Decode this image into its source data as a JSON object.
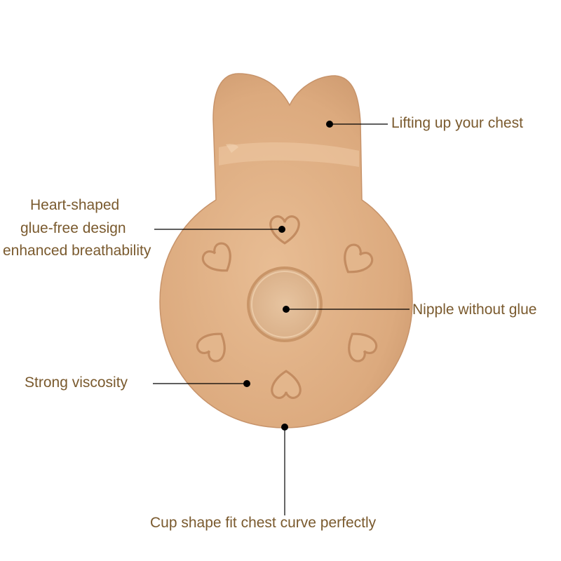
{
  "product": {
    "name": "rabbit-ear adhesive nipple cover",
    "colors": {
      "body": "#ddae82",
      "body_shadow": "#c99568",
      "highlight": "#eecaa5",
      "center": "#e3bd98",
      "label_text": "#7a5a2e",
      "leader_line": "#000000"
    },
    "icons": [
      "heart-icon"
    ]
  },
  "labels": {
    "lift": "Lifting up your chest",
    "heart_line1": "Heart-shaped",
    "heart_line2": "glue-free design",
    "heart_line3": "enhanced breathability",
    "nipple": "Nipple without glue",
    "viscosity": "Strong viscosity",
    "cup": "Cup shape fit chest curve perfectly"
  }
}
